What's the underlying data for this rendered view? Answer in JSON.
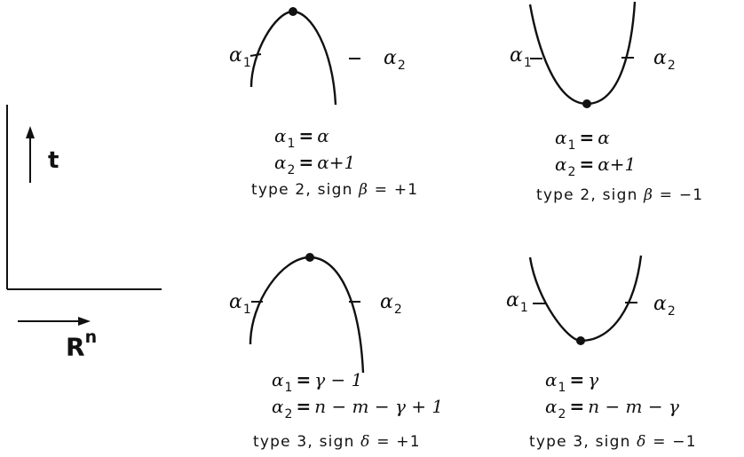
{
  "axes": {
    "vertical_label": "t",
    "horizontal_label": "R",
    "horizontal_superscript": "n"
  },
  "panels": [
    {
      "shape": "cap",
      "left_label": "α",
      "left_sub": "1",
      "right_label": "α",
      "right_sub": "2",
      "eq1_lhs": "α",
      "eq1_sub": "1",
      "eq1_op": "=",
      "eq1_rhs": "α",
      "eq2_lhs": "α",
      "eq2_sub": "2",
      "eq2_op": "=",
      "eq2_rhs": "α+1",
      "caption_type": "type 2",
      "caption_sign": ", sign ",
      "caption_symbol": "β",
      "caption_value": " = +1"
    },
    {
      "shape": "cup",
      "left_label": "α",
      "left_sub": "1",
      "right_label": "α",
      "right_sub": "2",
      "eq1_lhs": "α",
      "eq1_sub": "1",
      "eq1_op": "=",
      "eq1_rhs": "α",
      "eq2_lhs": "α",
      "eq2_sub": "2",
      "eq2_op": "=",
      "eq2_rhs": "α+1",
      "caption_type": "type 2",
      "caption_sign": ", sign ",
      "caption_symbol": "β",
      "caption_value": " = −1"
    },
    {
      "shape": "cap",
      "left_label": "α",
      "left_sub": "1",
      "right_label": "α",
      "right_sub": "2",
      "eq1_lhs": "α",
      "eq1_sub": "1",
      "eq1_op": "=",
      "eq1_rhs": "γ − 1",
      "eq2_lhs": "α",
      "eq2_sub": "2",
      "eq2_op": "=",
      "eq2_rhs": "n − m − γ + 1",
      "caption_type": "type 3",
      "caption_sign": ", sign ",
      "caption_symbol": "δ",
      "caption_value": " = +1"
    },
    {
      "shape": "cup",
      "left_label": "α",
      "left_sub": "1",
      "right_label": "α",
      "right_sub": "2",
      "eq1_lhs": "α",
      "eq1_sub": "1",
      "eq1_op": "=",
      "eq1_rhs": "γ",
      "eq2_lhs": "α",
      "eq2_sub": "2",
      "eq2_op": "=",
      "eq2_rhs": "n − m − γ",
      "caption_type": "type 3",
      "caption_sign": ", sign ",
      "caption_symbol": "δ",
      "caption_value": " = −1"
    }
  ],
  "colors": {
    "ink": "#111111",
    "background": "#ffffff"
  }
}
